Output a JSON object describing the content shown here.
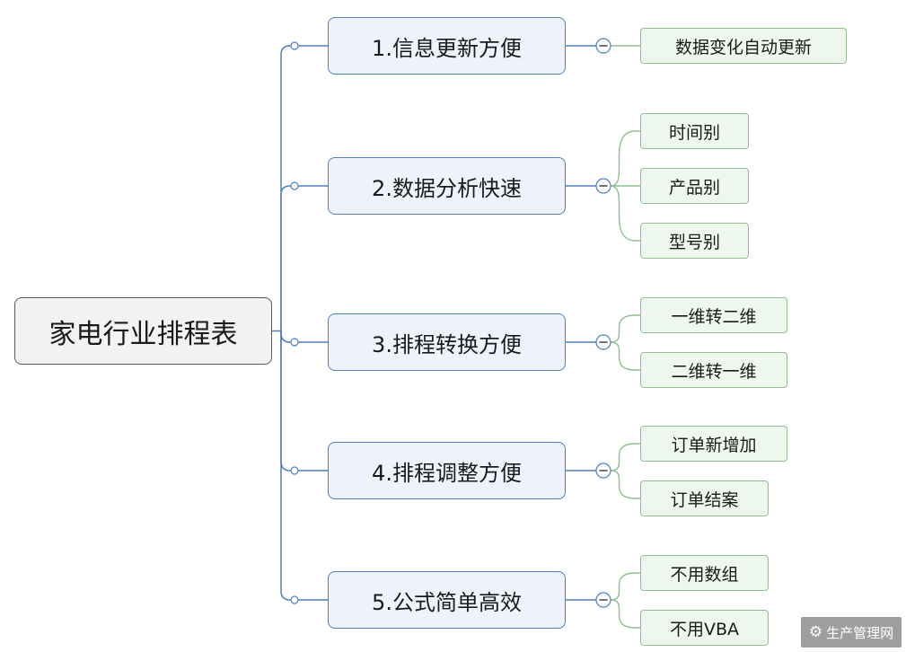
{
  "root": {
    "label": "家电行业排程表"
  },
  "branches": [
    {
      "label": "1.信息更新方便",
      "leaves": [
        {
          "label": "数据变化自动更新"
        }
      ]
    },
    {
      "label": "2.数据分析快速",
      "leaves": [
        {
          "label": "时间别"
        },
        {
          "label": "产品别"
        },
        {
          "label": "型号别"
        }
      ]
    },
    {
      "label": "3.排程转换方便",
      "leaves": [
        {
          "label": "一维转二维"
        },
        {
          "label": "二维转一维"
        }
      ]
    },
    {
      "label": "4.排程调整方便",
      "leaves": [
        {
          "label": "订单新增加"
        },
        {
          "label": "订单结案"
        }
      ]
    },
    {
      "label": "5.公式简单高效",
      "leaves": [
        {
          "label": "不用数组"
        },
        {
          "label": "不用VBA"
        }
      ]
    }
  ],
  "watermark": {
    "text": "生产管理网",
    "icon": "gear-icon"
  },
  "colors": {
    "root_border": "#5a5a5a",
    "root_fill": "#f2f2f2",
    "branch_border": "#4f7fbf",
    "branch_fill": "#eef3fb",
    "leaf_border": "#8fc08f",
    "leaf_fill": "#eef7ee",
    "watermark_bg": "#9e9e9e"
  }
}
